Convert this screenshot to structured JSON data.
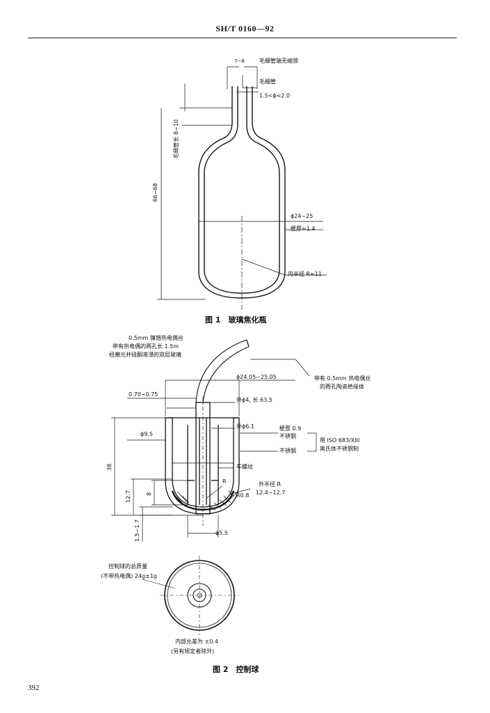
{
  "header": {
    "standard": "SH/T 0160—92"
  },
  "page_number": "392",
  "figure1": {
    "caption": "图 1　玻璃焦化瓶",
    "capillary_wall_label": "毛细管端无缩颈",
    "capillary_label": "毛细管",
    "capillary_diameter": "1.5<ϕ<2.0",
    "top_width": "7~8",
    "capillary_length": "毛细管长 8~10",
    "height": "66~68",
    "body_diameter": "ϕ24~25",
    "wall_thickness": "壁厚≈1.4",
    "inner_radius": "内半径 R≈11"
  },
  "figure2": {
    "caption": "图 2　控制球",
    "thermocouple_line1": "0.5mm 镍铬热电偶丝",
    "thermocouple_line2": "带有热电偶的两孔长 1.5m",
    "thermocouple_line3": "经磨光并硅酮液浸的双层玻璃",
    "outer_diameter": "ϕ24.05~25.05",
    "right_note_line1": "带有 0.5mm 热电偶丝",
    "right_note_line2": "的两孔陶瓷绝缘体",
    "top_gap": "0.70~0.75",
    "tube_spec": "外ϕ4, 长 63.5",
    "outer_d61": "外ϕ6.1",
    "wall_09": "壁厚 0.9",
    "stainless_1": "不锈钢",
    "stainless_2": "不锈钢",
    "iso_line1": "用 ISO 683/XIII",
    "iso_line2": "奥氏体不锈钢制",
    "inner_d95": "ϕ9.5",
    "thread": "车螺纹",
    "height_38": "38",
    "dim_127": "12.7",
    "dim_8": "8",
    "r_label": "R",
    "r08": "R0.8",
    "outer_radius_line1": "外半径 R",
    "outer_radius_line2": "12.4~12.7",
    "bottom_dim": "1.5~1.7",
    "bottom_d55": "ϕ5.5",
    "mass_line1": "控制球的总质量",
    "mass_line2": "(不带热电偶) 24g±1g",
    "tolerance_line1": "内部允差为 ±0.4",
    "tolerance_line2": "(另有规定者除外)"
  }
}
